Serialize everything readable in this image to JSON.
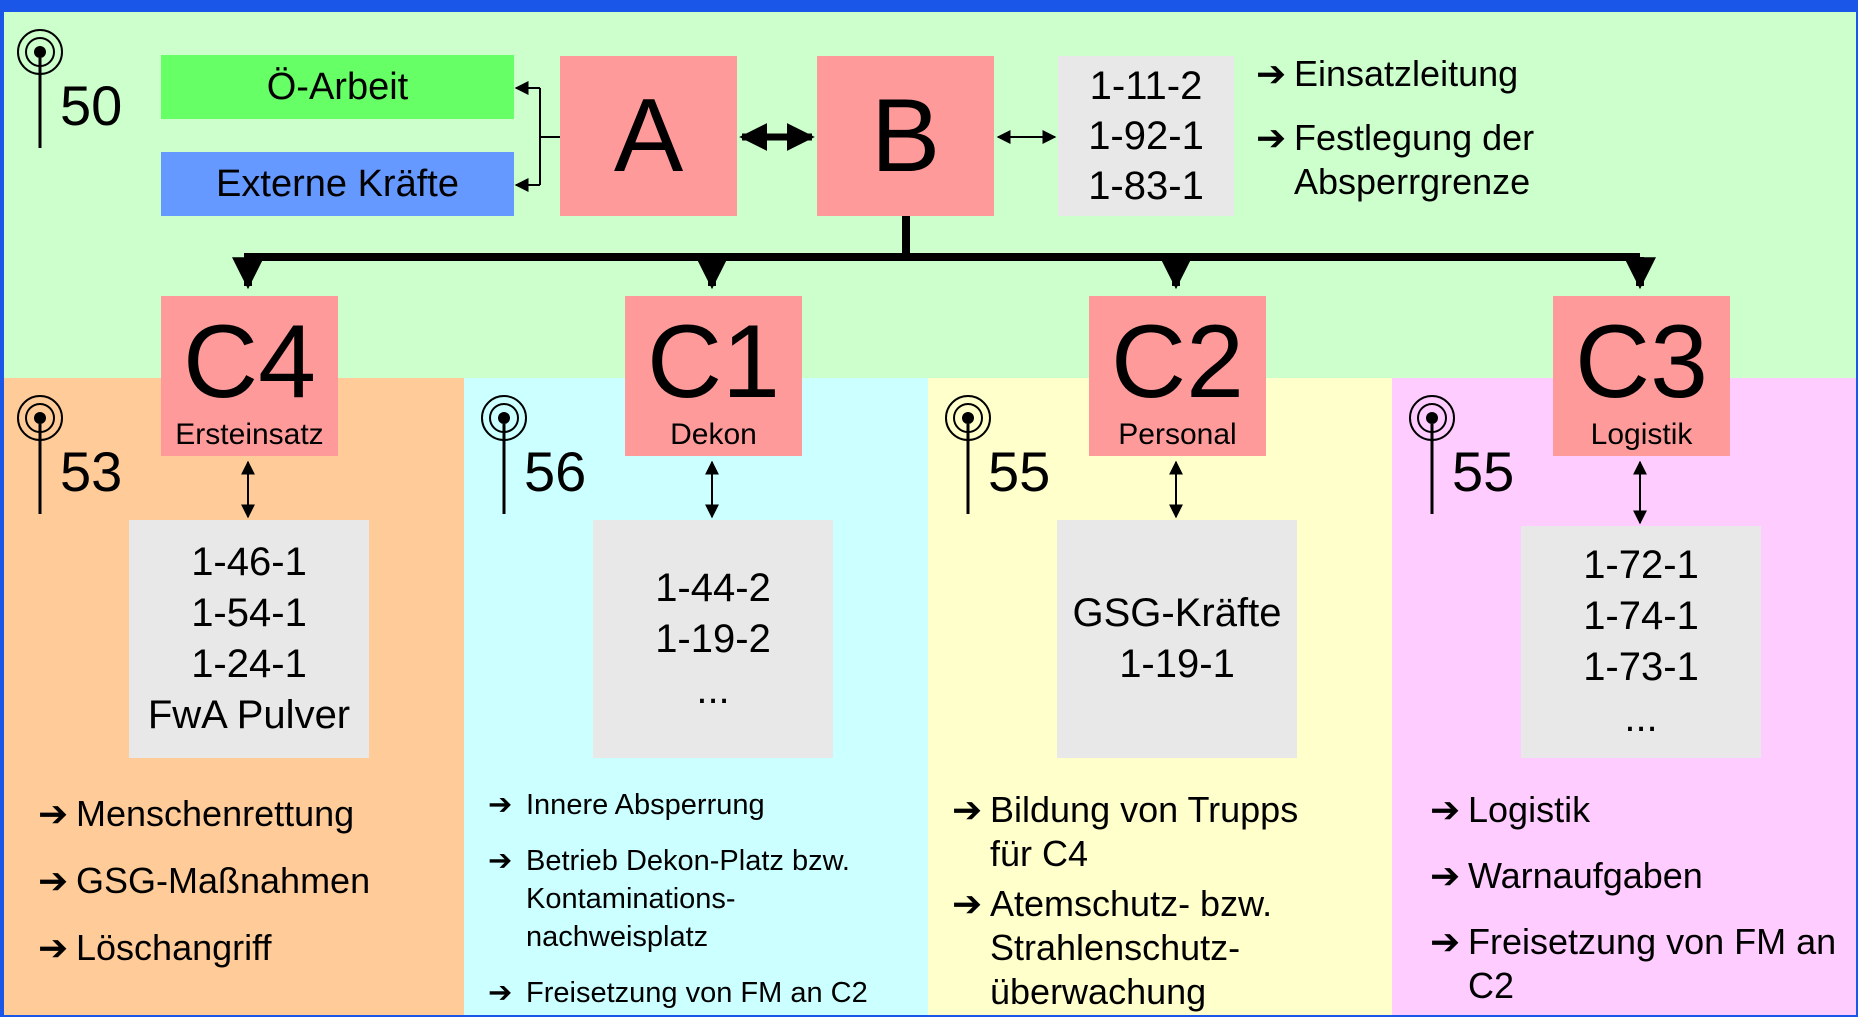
{
  "colors": {
    "frame": "#1a56e8",
    "top_bg": "#ccffcc",
    "c4_bg": "#ffcc99",
    "c1_bg": "#ccffff",
    "c2_bg": "#ffffcc",
    "c3_bg": "#ffccff",
    "role": "#ff9a9a",
    "unit": "#e8e8e8",
    "oe_arbeit": "#66ff66",
    "externe": "#6699ff"
  },
  "top": {
    "channel": "50",
    "oe_arbeit": "Ö-Arbeit",
    "externe": "Externe Kräfte",
    "role_a": "A",
    "role_b": "B",
    "units": [
      "1-11-2",
      "1-92-1",
      "1-83-1"
    ],
    "tasks": [
      "Einsatzleitung",
      "Festlegung der Absperrgrenze"
    ]
  },
  "sections": [
    {
      "code": "C4",
      "label": "Ersteinsatz",
      "channel": "53",
      "units": [
        "1-46-1",
        "1-54-1",
        "1-24-1",
        "FwA Pulver"
      ],
      "tasks": [
        "Menschenrettung",
        "GSG-Maßnahmen",
        "Löschangriff"
      ]
    },
    {
      "code": "C1",
      "label": "Dekon",
      "channel": "56",
      "units": [
        "1-44-2",
        "1-19-2",
        "..."
      ],
      "tasks": [
        "Innere Absperrung",
        "Betrieb Dekon-Platz bzw. Kontaminations-nachweisplatz",
        "Freisetzung von FM an C2"
      ]
    },
    {
      "code": "C2",
      "label": "Personal",
      "channel": "55",
      "units": [
        "GSG-Kräfte",
        "1-19-1"
      ],
      "tasks": [
        "Bildung von Trupps für C4",
        "Atemschutz- bzw. Strahlenschutz-überwachung"
      ]
    },
    {
      "code": "C3",
      "label": "Logistik",
      "channel": "55",
      "units": [
        "1-72-1",
        "1-74-1",
        "1-73-1",
        "..."
      ],
      "tasks": [
        "Logistik",
        "Warnaufgaben",
        "Freisetzung von FM an C2"
      ]
    }
  ]
}
